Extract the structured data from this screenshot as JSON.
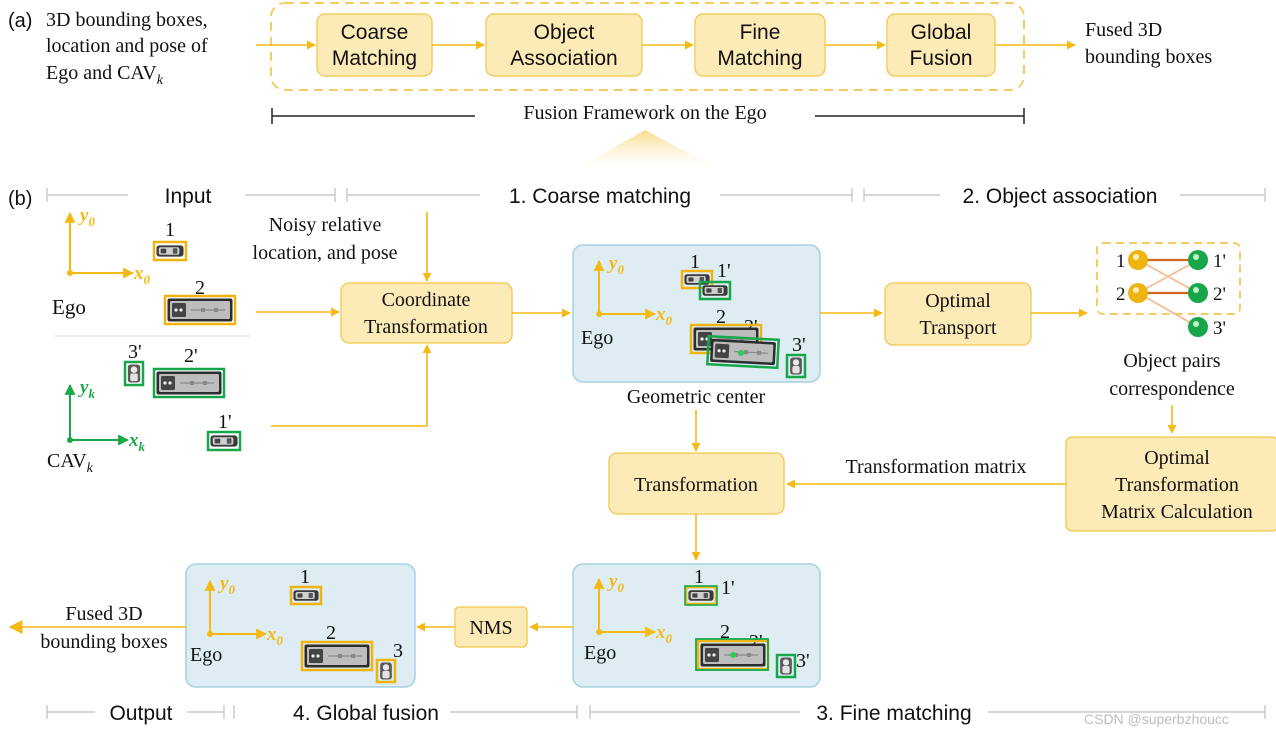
{
  "colors": {
    "arrow": "#F5B914",
    "box_fill": "#FDEBB7",
    "box_stroke": "#F3CD63",
    "panel_fill": "#DDEDF3",
    "panel_stroke": "#A9D2E2",
    "axis_ego": "#F5B914",
    "axis_cav": "#1BA84A",
    "box_ego": "#F0B412",
    "box_cav": "#17A74A",
    "dashed": "#F3CD63",
    "gray_line": "#BFBFBF",
    "edge_strong": "#D2691E",
    "edge_weak": "#F4B88A"
  },
  "part_a": {
    "label": "(a)",
    "input_text": [
      "3D bounding boxes,",
      "location and pose of",
      "Ego and CAV"
    ],
    "input_subscript": "k",
    "steps": [
      {
        "line1": "Coarse",
        "line2": "Matching"
      },
      {
        "line1": "Object",
        "line2": "Association"
      },
      {
        "line1": "Fine",
        "line2": "Matching"
      },
      {
        "line1": "Global",
        "line2": "Fusion"
      }
    ],
    "output_text": [
      "Fused 3D",
      "bounding boxes"
    ],
    "framework_label": "Fusion Framework on the Ego"
  },
  "part_b": {
    "label": "(b)",
    "sections": {
      "input": "Input",
      "coarse": "1. Coarse matching",
      "assoc": "2. Object association",
      "output": "Output",
      "global": "4. Global fusion",
      "fine": "3. Fine matching"
    },
    "noisy_text": [
      "Noisy relative",
      "location, and pose"
    ],
    "coord_box": [
      "Coordinate",
      "Transformation"
    ],
    "optimal_transport": [
      "Optimal",
      "Transport"
    ],
    "object_pairs": [
      "Object pairs",
      "correspondence"
    ],
    "geometric_center": "Geometric center",
    "transformation_box": "Transformation",
    "transformation_matrix": "Transformation matrix",
    "otm_box": [
      "Optimal",
      "Transformation",
      "Matrix Calculation"
    ],
    "nms": "NMS",
    "fused_output": [
      "Fused 3D",
      "bounding boxes"
    ],
    "ego_label": "Ego",
    "cav_label": "CAV",
    "cav_subscript": "k",
    "axis_y0": "y",
    "axis_x0": "x",
    "axis_sub0": "0",
    "axis_yk": "y",
    "axis_xk": "x",
    "axis_subk": "k",
    "obj_labels": {
      "o1": "1",
      "o2": "2",
      "o3": "3",
      "o1p": "1'",
      "o2p": "2'",
      "o3p": "3'"
    },
    "graph_left": [
      "1",
      "2"
    ],
    "graph_right": [
      "1'",
      "2'",
      "3'"
    ]
  },
  "watermark": "CSDN @superbzhoucc"
}
